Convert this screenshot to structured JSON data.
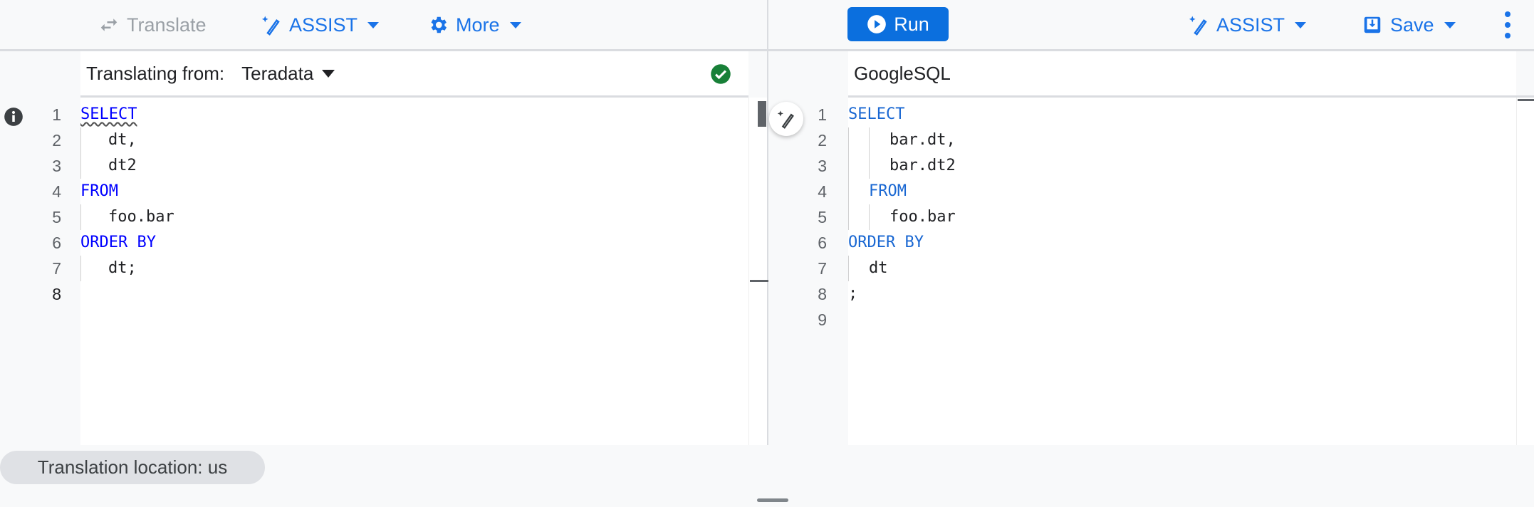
{
  "left_toolbar": {
    "translate": "Translate",
    "assist": "ASSIST",
    "more": "More"
  },
  "right_toolbar": {
    "run": "Run",
    "assist": "ASSIST",
    "save": "Save"
  },
  "source": {
    "label": "Translating from:",
    "dialect": "Teradata",
    "status": "valid",
    "lines": [
      {
        "n": "1",
        "text": "SELECT",
        "kw": true,
        "indent": 0
      },
      {
        "n": "2",
        "text": "dt,",
        "kw": false,
        "indent": 1
      },
      {
        "n": "3",
        "text": "dt2",
        "kw": false,
        "indent": 1
      },
      {
        "n": "4",
        "text": "FROM",
        "kw": true,
        "indent": 0
      },
      {
        "n": "5",
        "text": "foo.bar",
        "kw": false,
        "indent": 1
      },
      {
        "n": "6",
        "text": "ORDER BY",
        "kw": true,
        "indent": 0
      },
      {
        "n": "7",
        "text": "dt;",
        "kw": false,
        "indent": 1
      },
      {
        "n": "8",
        "text": "",
        "kw": false,
        "indent": 0
      }
    ]
  },
  "target": {
    "dialect": "GoogleSQL",
    "lines": [
      {
        "n": "1",
        "text": "SELECT",
        "kw": true,
        "indent": 0
      },
      {
        "n": "2",
        "text": "bar.dt,",
        "kw": false,
        "indent": 2
      },
      {
        "n": "3",
        "text": "bar.dt2",
        "kw": false,
        "indent": 2
      },
      {
        "n": "4",
        "text": "FROM",
        "kw": true,
        "indent": 1
      },
      {
        "n": "5",
        "text": "foo.bar",
        "kw": false,
        "indent": 2
      },
      {
        "n": "6",
        "text": "ORDER BY",
        "kw": true,
        "indent": 0
      },
      {
        "n": "7",
        "text": "dt",
        "kw": false,
        "indent": 1
      },
      {
        "n": "8",
        "text": ";",
        "kw": false,
        "indent": 0
      },
      {
        "n": "9",
        "text": "",
        "kw": false,
        "indent": 0
      }
    ]
  },
  "footer": {
    "location": "Translation location: us"
  },
  "colors": {
    "accent": "#1a73e8",
    "keyword_source": "#0000ff",
    "keyword_target": "#1967d2",
    "success": "#188038"
  }
}
